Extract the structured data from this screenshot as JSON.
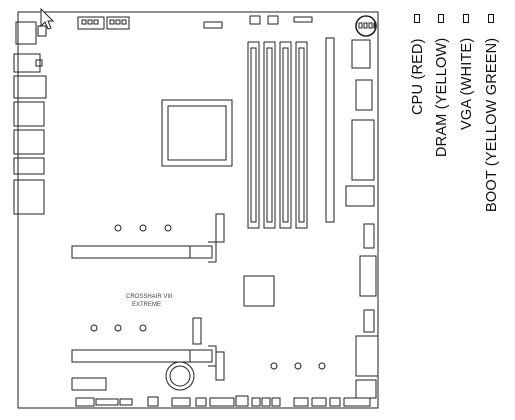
{
  "board": {
    "silkscreen": [
      "CROSSHAIR VIII",
      "EXTREME"
    ],
    "highlight_target": "q-led-cluster"
  },
  "legend": [
    {
      "label": "CPU (RED)"
    },
    {
      "label": "DRAM (YELLOW)"
    },
    {
      "label": "VGA (WHITE)"
    },
    {
      "label": "BOOT (YELLOW GREEN)"
    }
  ],
  "colors": {
    "line": "#222222",
    "background": "#ffffff"
  },
  "icons": {
    "cursor": "mouse-pointer-icon"
  }
}
